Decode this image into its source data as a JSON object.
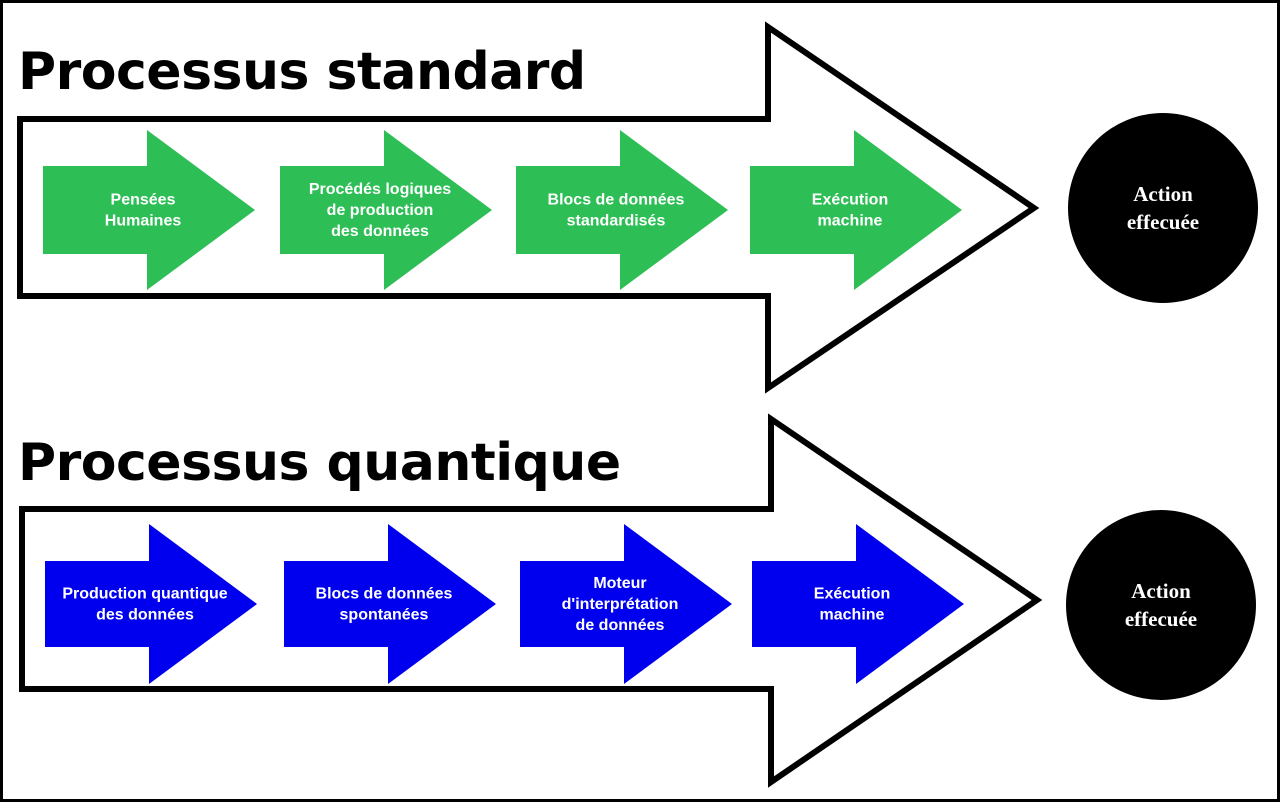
{
  "diagram": {
    "colors": {
      "standard_step": "#2dbe55",
      "quantum_step": "#0000ee",
      "outline": "#000000",
      "result": "#000000",
      "text_on_shape": "#ffffff"
    },
    "rows": [
      {
        "id": "standard",
        "title": "Processus standard",
        "steps": [
          {
            "label": [
              "Pensées",
              "Humaines"
            ]
          },
          {
            "label": [
              "Procédés logiques",
              "de production",
              "des données"
            ]
          },
          {
            "label": [
              "Blocs de données",
              "standardisés"
            ]
          },
          {
            "label": [
              "Exécution",
              "machine"
            ]
          }
        ],
        "result": {
          "label": [
            "Action",
            "effecuée"
          ]
        }
      },
      {
        "id": "quantum",
        "title": "Processus quantique",
        "steps": [
          {
            "label": [
              "Production quantique",
              "des données"
            ]
          },
          {
            "label": [
              "Blocs de données",
              "spontanées"
            ]
          },
          {
            "label": [
              "Moteur",
              "d'interprétation",
              "de données"
            ]
          },
          {
            "label": [
              "Exécution",
              "machine"
            ]
          }
        ],
        "result": {
          "label": [
            "Action",
            "effecuée"
          ]
        }
      }
    ]
  }
}
